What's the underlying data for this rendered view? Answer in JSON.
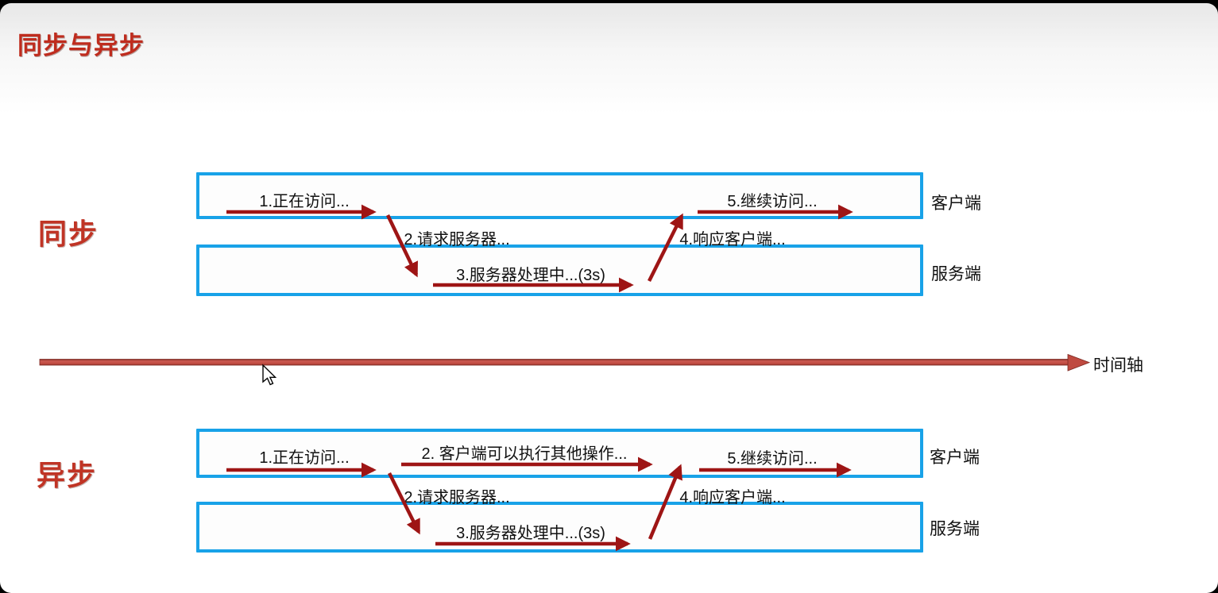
{
  "page": {
    "title": "同步与异步"
  },
  "colors": {
    "accent_red": "#bf2c1e",
    "arrow_red": "#9e1515",
    "box_blue": "#18a2e8",
    "timeline_red": "#bf4a40",
    "text_black": "#101010"
  },
  "timeline": {
    "label": "时间轴"
  },
  "cursor": {
    "icon": "mouse-pointer"
  },
  "sections": [
    {
      "id": "sync",
      "label": "同步",
      "lanes": {
        "client": "客户端",
        "server": "服务端"
      },
      "steps": {
        "step1": "1.正在访问...",
        "step2": "2.请求服务器...",
        "step3": "3.服务器处理中...(3s)",
        "step4": "4.响应客户端...",
        "step5": "5.继续访问..."
      }
    },
    {
      "id": "async",
      "label": "异步",
      "lanes": {
        "client": "客户端",
        "server": "服务端"
      },
      "steps": {
        "step1": "1.正在访问...",
        "step2_other": "2. 客户端可以执行其他操作...",
        "step2": "2.请求服务器...",
        "step3": "3.服务器处理中...(3s)",
        "step4": "4.响应客户端...",
        "step5": "5.继续访问..."
      }
    }
  ]
}
